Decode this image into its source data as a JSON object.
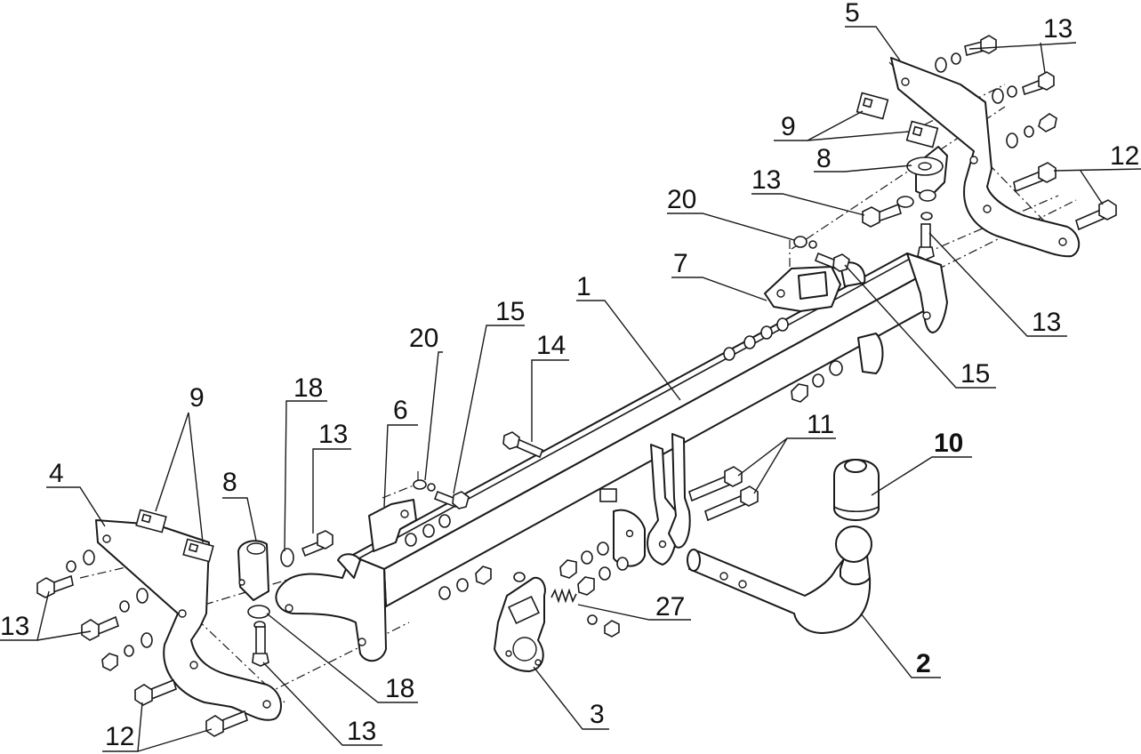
{
  "callouts": {
    "c1": "1",
    "c2": "2",
    "c3": "3",
    "c4": "4",
    "c5": "5",
    "c6": "6",
    "c7": "7",
    "c8a": "8",
    "c8b": "8",
    "c9a": "9",
    "c9b": "9",
    "c10": "10",
    "c11": "11",
    "c12a": "12",
    "c12b": "12",
    "c13a": "13",
    "c13b": "13",
    "c13c": "13",
    "c13d": "13",
    "c13e": "13",
    "c13f": "13",
    "c14": "14",
    "c15a": "15",
    "c15b": "15",
    "c18a": "18",
    "c18b": "18",
    "c20a": "20",
    "c20b": "20",
    "c27": "27"
  },
  "colors": {
    "line": "#1a1a1a",
    "background": "#ffffff"
  }
}
